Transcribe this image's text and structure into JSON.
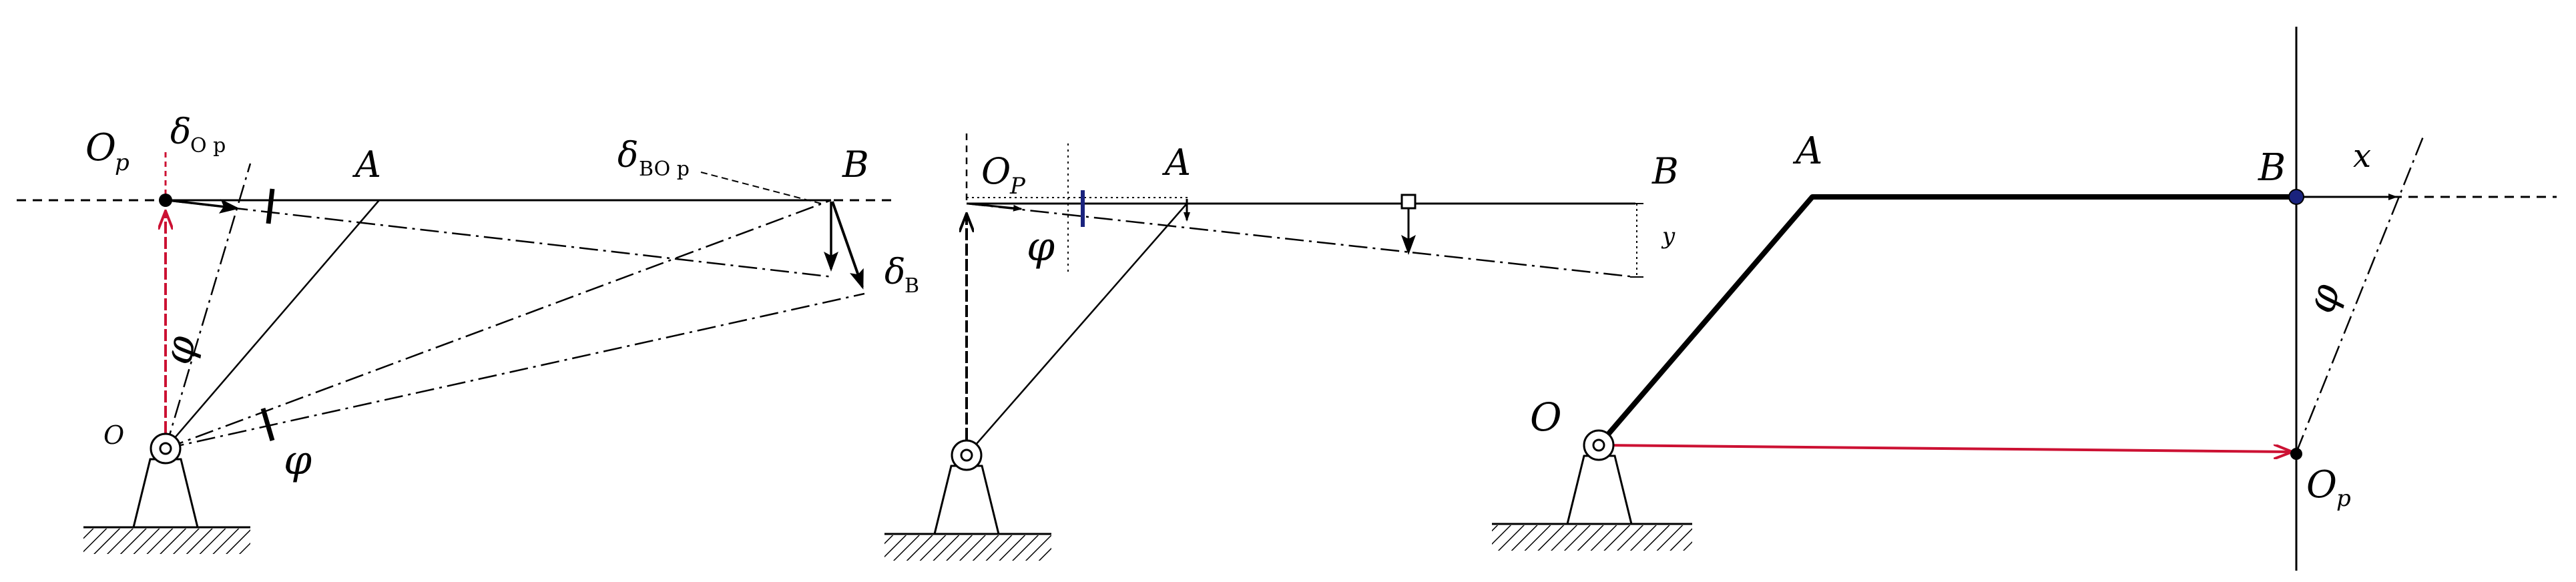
{
  "colors": {
    "ink": "#000000",
    "accent_red": "#cc1133",
    "accent_blue": "#1a237e"
  },
  "panel1": {
    "label_Op": "O",
    "label_Op_sub": "p",
    "label_delta_Op": "δ",
    "label_delta_Op_sub": "O p",
    "label_A": "A",
    "label_delta_BOp": "δ",
    "label_delta_BOp_sub": "BO p",
    "label_B": "B",
    "label_delta_B": "δ",
    "label_delta_B_sub": "B",
    "label_phi_upper": "φ",
    "label_phi_lower": "φ",
    "label_O": "O"
  },
  "panel2": {
    "label_OP": "O",
    "label_OP_sub": "P",
    "label_A": "A",
    "label_B": "B",
    "label_phi": "φ",
    "label_y": "y"
  },
  "panel3": {
    "label_A": "A",
    "label_B": "B",
    "label_x": "x",
    "label_phi": "φ",
    "label_O": "O",
    "label_Op": "O",
    "label_Op_sub": "p"
  }
}
